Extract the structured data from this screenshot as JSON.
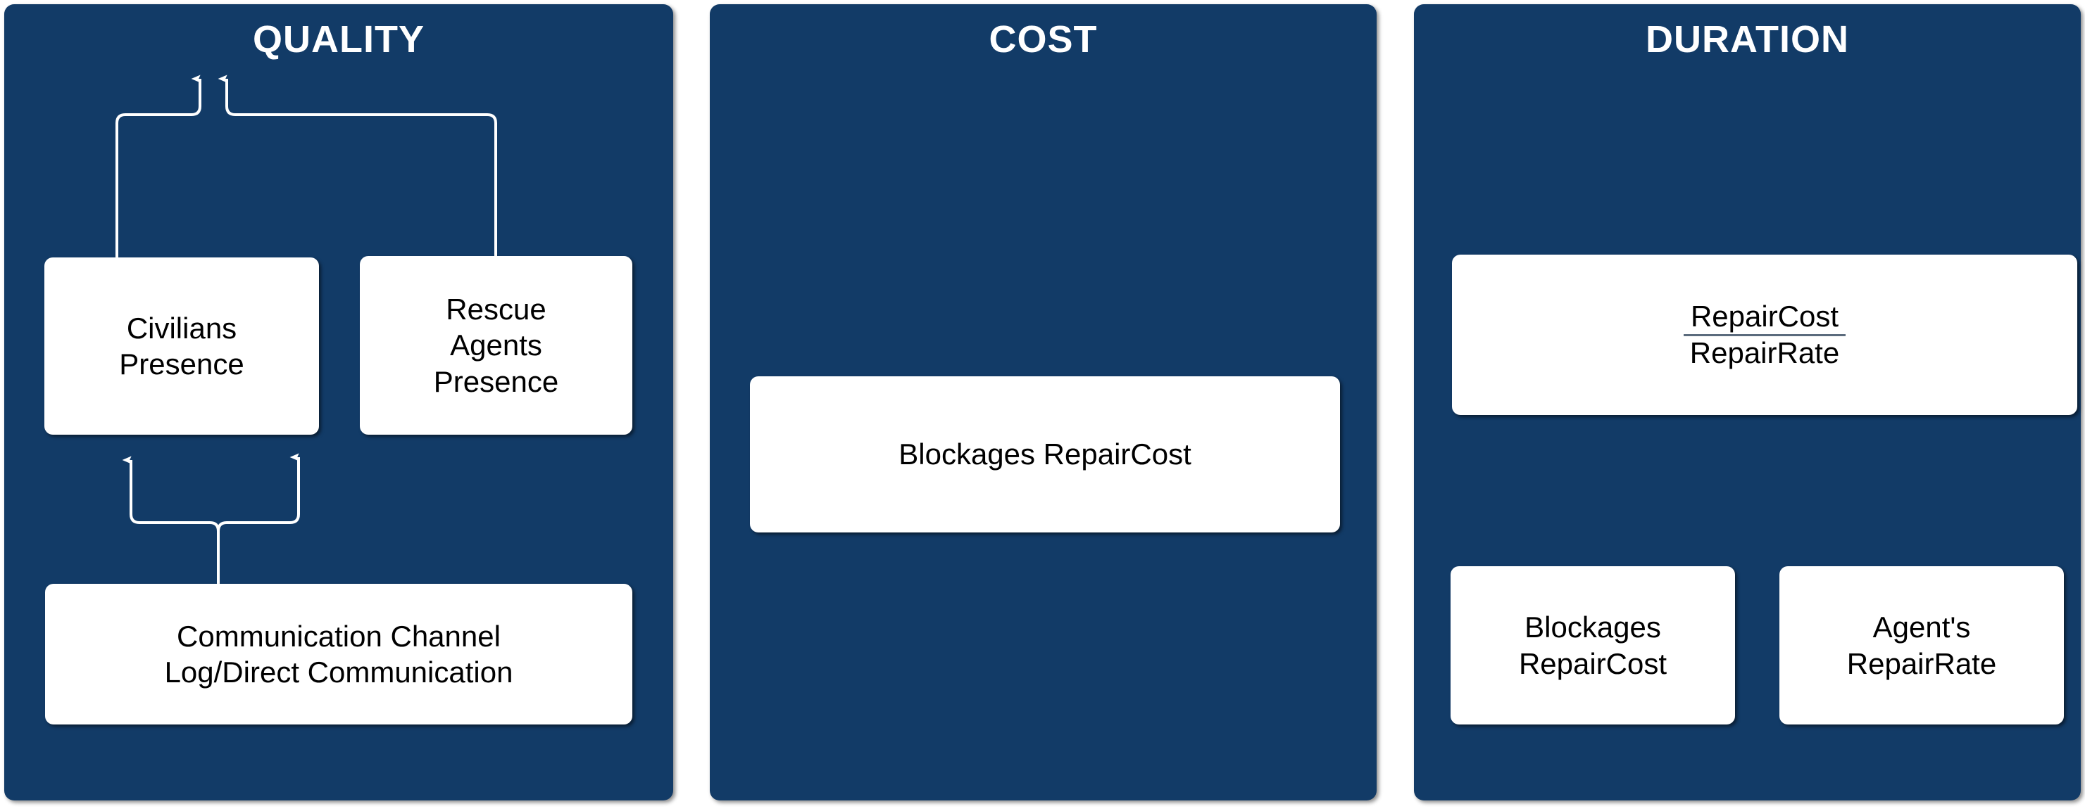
{
  "diagram": {
    "title": "Quality / Cost / Duration influence decomposition",
    "background_color": "#ffffff",
    "panel_color": "#123B67",
    "node_color": "#ffffff",
    "edge_color": "#ffffff",
    "text_color_panel_title": "#ffffff",
    "text_color_node": "#000000"
  },
  "panels": [
    {
      "id": "quality",
      "title": "QUALITY",
      "nodes": [
        {
          "id": "civilians-presence",
          "label": "Civilians\nPresence"
        },
        {
          "id": "rescue-agents-presence",
          "label": "Rescue\nAgents\nPresence"
        },
        {
          "id": "communication-channel",
          "label": "Communication Channel\nLog/Direct Communication"
        }
      ],
      "edges": [
        {
          "from": "civilians-presence",
          "to": "quality-title"
        },
        {
          "from": "rescue-agents-presence",
          "to": "quality-title"
        },
        {
          "from": "communication-channel",
          "to": "civilians-presence"
        },
        {
          "from": "communication-channel",
          "to": "rescue-agents-presence"
        }
      ]
    },
    {
      "id": "cost",
      "title": "COST",
      "nodes": [
        {
          "id": "blockages-repaircost",
          "label": "Blockages RepairCost"
        }
      ],
      "edges": [
        {
          "from": "blockages-repaircost",
          "to": "cost-title"
        }
      ]
    },
    {
      "id": "duration",
      "title": "DURATION",
      "nodes": [
        {
          "id": "repaircost-over-repairrate",
          "numerator": "RepairCost",
          "denominator": "RepairRate"
        },
        {
          "id": "blockages-repaircost-duration",
          "label": "Blockages\nRepairCost"
        },
        {
          "id": "agents-repairrate",
          "label": "Agent's\nRepairRate"
        }
      ],
      "edges": [
        {
          "from": "repaircost-over-repairrate",
          "to": "duration-title"
        },
        {
          "from": "blockages-repaircost-duration",
          "to": "repaircost-over-repairrate"
        },
        {
          "from": "agents-repairrate",
          "to": "repaircost-over-repairrate"
        }
      ]
    }
  ]
}
